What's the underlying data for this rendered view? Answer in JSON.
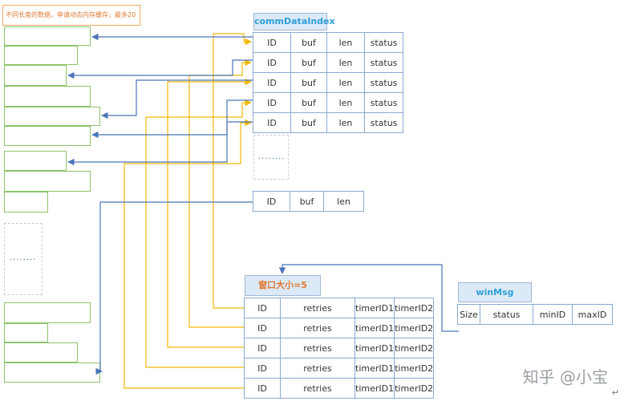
{
  "note": "不同长度的数据，申请动态内存缓存，最多20",
  "commDataIndex": {
    "title": "commDataIndex",
    "columns": [
      "ID",
      "buf",
      "len",
      "status"
    ],
    "row_count": 5,
    "ellipsis": "........"
  },
  "bufEntry": {
    "columns": [
      "ID",
      "buf",
      "len"
    ]
  },
  "window": {
    "title": "窗口大小=5",
    "columns": [
      "ID",
      "retries",
      "timerID1",
      "timerID2"
    ],
    "row_count": 5
  },
  "winMsg": {
    "title": "winMsg",
    "columns": [
      "Size",
      "status",
      "minID",
      "maxID"
    ]
  },
  "leftEllipsis": "........",
  "watermark": "知乎 @小宝",
  "returnMark": "↵",
  "colors": {
    "blue_arrow": "#4a74b8",
    "yellow_arrow": "#f2b705",
    "green_box": "#8ec36a",
    "note_orange": "#e07830"
  }
}
